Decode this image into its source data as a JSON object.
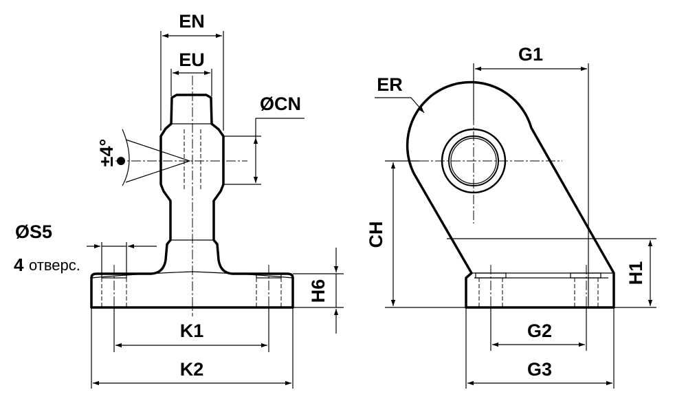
{
  "labels": {
    "en": "EN",
    "eu": "EU",
    "cn": "ØCN",
    "angle": "±4°",
    "s5": "ØS5",
    "holes_count": "4",
    "holes_text": "отверс.",
    "h6": "H6",
    "k1": "K1",
    "k2": "K2",
    "er": "ER",
    "g1": "G1",
    "ch": "CH",
    "h1": "H1",
    "g2": "G2",
    "g3": "G3"
  }
}
